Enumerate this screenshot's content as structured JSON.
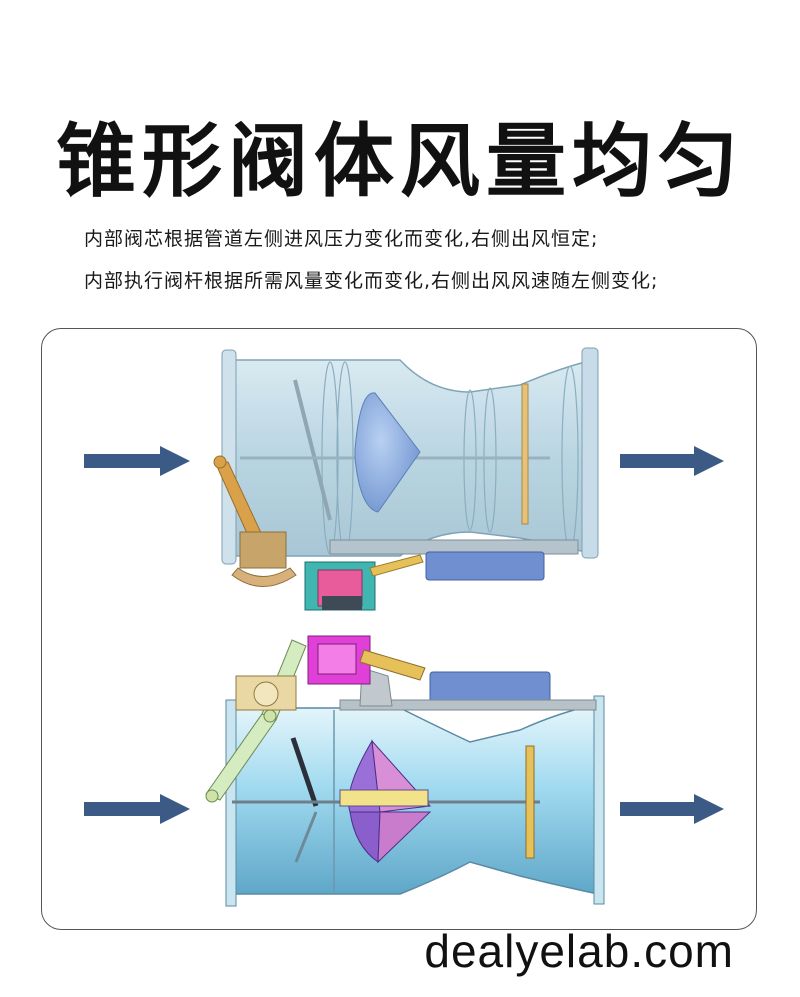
{
  "title": "锥形阀体风量均匀",
  "description": {
    "line1": "内部阀芯根据管道左侧进风压力变化而变化,右侧出风恒定;",
    "line2": "内部执行阀杆根据所需风量变化而变化,右侧出风风速随左侧变化;"
  },
  "footer": "dealyelab.com",
  "colors": {
    "arrow": "#3b5b86",
    "duct_top": "#bcd8e6",
    "duct_bottom": "#a8d8ec",
    "cone_top": "#8aaedf",
    "cone_bottom_pink": "#d98fd6",
    "cone_bottom_purple": "#9a6fd8",
    "actuator_magenta": "#e040d8",
    "actuator_teal": "#3fb6b0",
    "arm_orange": "#d9a14a",
    "controller_blue": "#6f8fd0"
  }
}
